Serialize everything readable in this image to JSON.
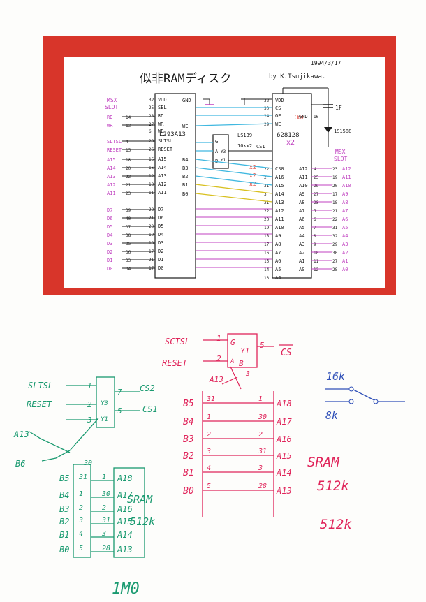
{
  "printed": {
    "title": "似非RAMディスク",
    "date": "1994/3/17",
    "author": "by K.Tsujikawa.",
    "msx_slot_left": [
      "MSX",
      "SLOT"
    ],
    "msx_slot_right": [
      "MSX",
      "SLOT"
    ],
    "chip_main": "L293A13",
    "chip_decoder": "LS139",
    "chip_sram": "628128",
    "sram_mult": "x2",
    "cap": "1F",
    "diode": "1S1588",
    "resistor": "10kx2",
    "main_left_signals": [
      "VDD",
      "SEL",
      "RD",
      "WR",
      "WE",
      "SLTSL",
      "RESET",
      "A15",
      "A14",
      "A13",
      "A12",
      "A11",
      "D7",
      "D6",
      "D5",
      "D4",
      "D3",
      "D2",
      "D1",
      "D0"
    ],
    "main_left_pins": [
      "32",
      "25",
      "28",
      "27",
      "6",
      "29",
      "26",
      "15",
      "16",
      "12",
      "13",
      "11",
      "22",
      "21",
      "20",
      "19",
      "18",
      "17",
      "21",
      "17"
    ],
    "main_right_labels": [
      "GND",
      "WE",
      "B4",
      "B3",
      "B2",
      "B1",
      "B0"
    ],
    "slot_left_labels": [
      "MSX",
      "SLOT",
      "RD",
      "WR",
      "SLTSL",
      "RESET",
      "A15",
      "A14",
      "A13",
      "A12",
      "A11",
      "D7",
      "D6",
      "D5",
      "D4",
      "D3",
      "D2",
      "D1",
      "D0"
    ],
    "slot_left_pins": [
      "14",
      "13",
      "4",
      "15",
      "18",
      "20",
      "22",
      "21",
      "23",
      "39",
      "40",
      "37",
      "38",
      "35",
      "36",
      "33",
      "34"
    ],
    "decoder_labels": [
      "G",
      "A",
      "B",
      "Y3",
      "Y1",
      "CS1"
    ],
    "sram_left_labels": [
      "VDD",
      "CS",
      "OE",
      "WE",
      "CS0",
      "A16",
      "A15",
      "A14",
      "A13",
      "A12",
      "A11",
      "A10",
      "A9",
      "A8",
      "A7",
      "A6",
      "A5",
      "A4",
      "A3",
      "A2",
      "A1",
      "A0"
    ],
    "sram_right_labels": [
      "GND",
      "A12",
      "A11",
      "A10",
      "A9",
      "A8",
      "A7",
      "A6",
      "A5",
      "A4",
      "A3",
      "A2",
      "A1",
      "A0"
    ],
    "sram_pins": [
      "32",
      "30",
      "24",
      "29",
      "22",
      "2",
      "31",
      "3",
      "21",
      "22",
      "20",
      "19",
      "18",
      "17",
      "16",
      "15",
      "14",
      "13"
    ],
    "sram_right_pins": [
      "16",
      "4",
      "25",
      "26",
      "27",
      "28",
      "5",
      "6",
      "7",
      "8",
      "9",
      "10",
      "11",
      "12"
    ],
    "slot_right_labels": [
      "MSX",
      "SLOT",
      "A12",
      "A11",
      "A10",
      "A9",
      "A8",
      "A7",
      "A6",
      "A5",
      "A4",
      "A3",
      "A2",
      "A1",
      "A0"
    ],
    "slot_right_pins": [
      "23",
      "19",
      "20",
      "17",
      "18",
      "21",
      "22",
      "31",
      "32",
      "29",
      "30",
      "27",
      "28"
    ],
    "x2_marks": [
      "x2",
      "x2",
      "x2"
    ],
    "r3_note": "(R3)"
  },
  "handwritten_red": {
    "sltsl": "SCTSL",
    "reset": "RESET",
    "pin1": "1",
    "pin2": "2",
    "pin3": "3",
    "pin5": "5",
    "g": "G",
    "y1": "Y1",
    "a": "A",
    "b": "B",
    "cs": "CS",
    "a13": "A13",
    "left": [
      "B5",
      "B4",
      "B3",
      "B2",
      "B1",
      "B0"
    ],
    "left_pins": [
      "31",
      "1",
      "2",
      "3",
      "4",
      "5"
    ],
    "right": [
      "A18",
      "A17",
      "A16",
      "A15",
      "A14",
      "A13"
    ],
    "right_pins": [
      "1",
      "30",
      "2",
      "31",
      "3",
      "28"
    ],
    "note_sram": "SRAM",
    "note_512k": "512k",
    "note_512k_2": "512k"
  },
  "handwritten_blue": {
    "top": "16k",
    "bottom": "8k"
  },
  "handwritten_green": {
    "sltsl": "SLTSL",
    "reset": "RESET",
    "pins_left": [
      "1",
      "2",
      "3"
    ],
    "pins_right": [
      "7",
      "5"
    ],
    "outputs": [
      "CS2",
      "CS1"
    ],
    "y3": "Y3",
    "y1": "Y1",
    "a13": "A13",
    "b6": "B6",
    "pin30": "30",
    "left": [
      "B5",
      "B4",
      "B3",
      "B2",
      "B1",
      "B0"
    ],
    "left_pins": [
      "31",
      "1",
      "2",
      "3",
      "4",
      "5"
    ],
    "right": [
      "A18",
      "A17",
      "A16",
      "A15",
      "A14",
      "A13"
    ],
    "right_pins": [
      "1",
      "30",
      "2",
      "31",
      "3",
      "28"
    ],
    "sram": "SRAM",
    "size": "512k",
    "page": "1M0"
  },
  "colors": {
    "frame": "#d8352a",
    "ink": "#1a1a1a",
    "magenta": "#c040c0",
    "cyan": "#40b8e0",
    "yellow": "#d8c020",
    "red_pen": "#e0245a",
    "green_pen": "#1a9a70",
    "blue_pen": "#3050b8"
  }
}
